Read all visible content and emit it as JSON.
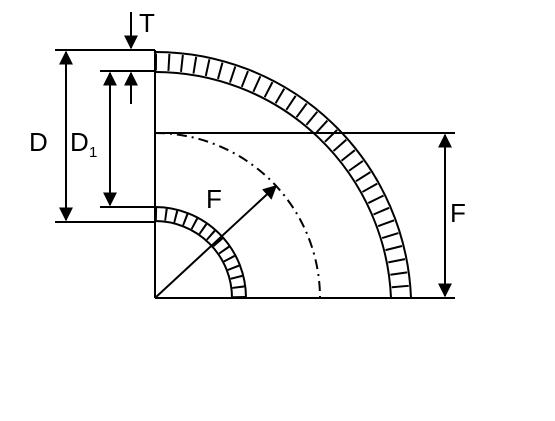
{
  "diagram": {
    "labels": {
      "thickness": "T",
      "outer_diameter": "D",
      "inner_diameter_main": "D",
      "inner_diameter_sub": "1",
      "radius_inner": "F",
      "radius_right": "F"
    },
    "colors": {
      "line": "#000000",
      "background": "#ffffff"
    }
  }
}
